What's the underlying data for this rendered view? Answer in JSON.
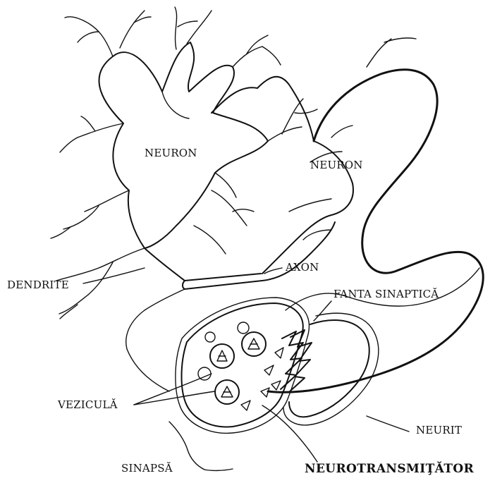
{
  "labels": {
    "neuron_left": "NEURON",
    "neuron_right": "NEURON",
    "dendrite": "DENDRITE",
    "axon": "AXON",
    "synaptic_cleft": "FANTA SINAPTICĂ",
    "vesicle": "VEZICULĂ",
    "neurite": "NEURIT",
    "synapse": "SINAPSĂ",
    "neurotransmitter": "NEUROTRANSMIŢĂTOR"
  }
}
